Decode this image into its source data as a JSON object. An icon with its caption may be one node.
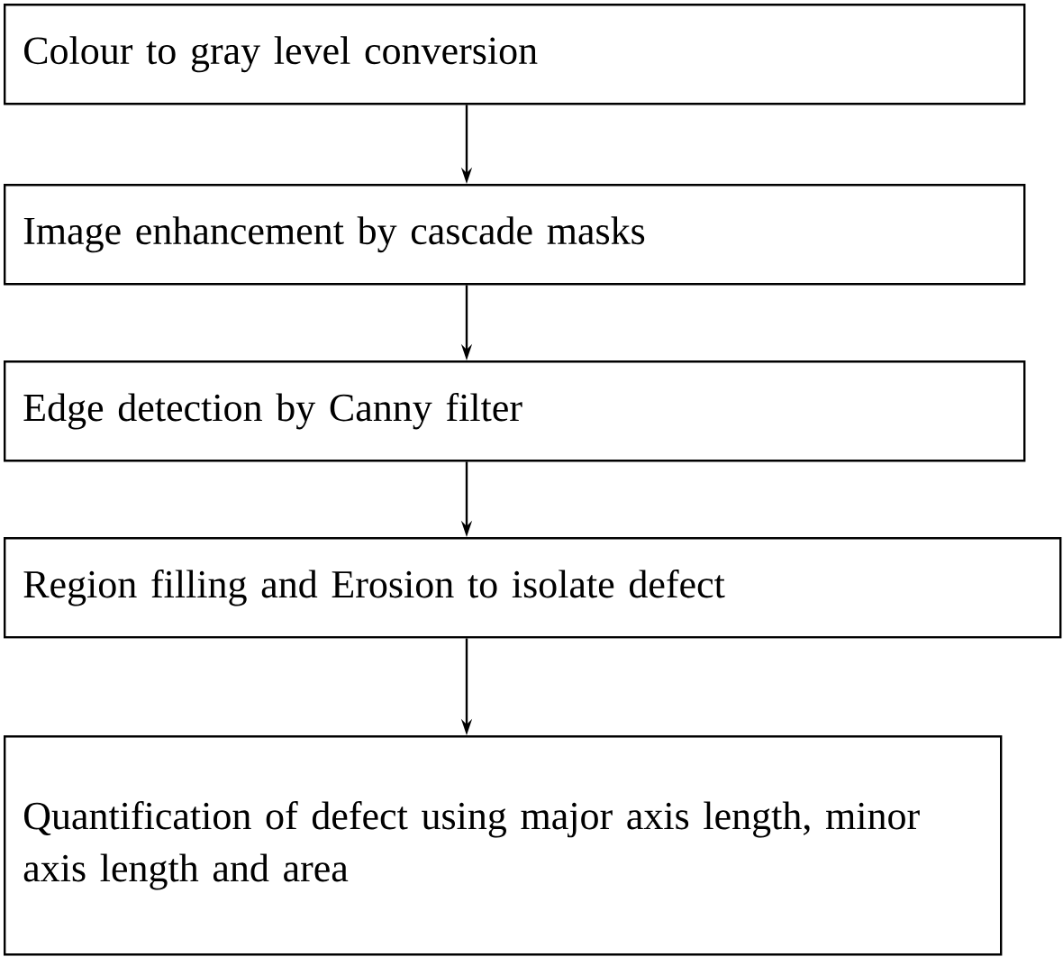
{
  "diagram": {
    "nodes": [
      {
        "text": [
          "Colour to gray level conversion"
        ]
      },
      {
        "text": [
          "Image enhancement by cascade masks"
        ]
      },
      {
        "text": [
          "Edge detection by Canny filter"
        ]
      },
      {
        "text": [
          "Region filling and Erosion to isolate defect"
        ]
      },
      {
        "text": [
          "Quantification of defect using major axis length, minor axis length and area"
        ]
      }
    ],
    "edges": [
      {
        "from": 0,
        "to": 1,
        "arrow": "to"
      },
      {
        "from": 1,
        "to": 2,
        "arrow": "to"
      },
      {
        "from": 2,
        "to": 3,
        "arrow": "to"
      },
      {
        "from": 3,
        "to": 4,
        "arrow": "to"
      }
    ]
  }
}
